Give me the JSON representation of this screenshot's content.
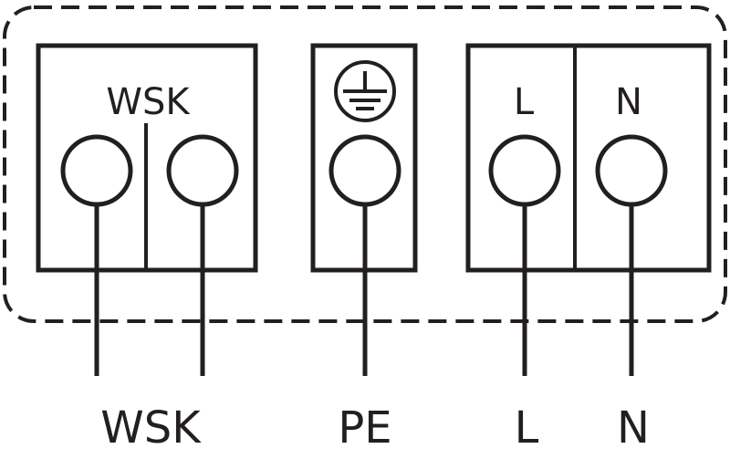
{
  "diagram": {
    "terminal_labels": {
      "wsk": "WSK",
      "l": "L",
      "n": "N"
    },
    "wire_labels": {
      "wsk": "WSK",
      "pe": "PE",
      "l": "L",
      "n": "N"
    },
    "colors": {
      "stroke": "#231f20",
      "background": "#ffffff"
    },
    "icons": {
      "ground": "protective-earth-icon"
    }
  }
}
